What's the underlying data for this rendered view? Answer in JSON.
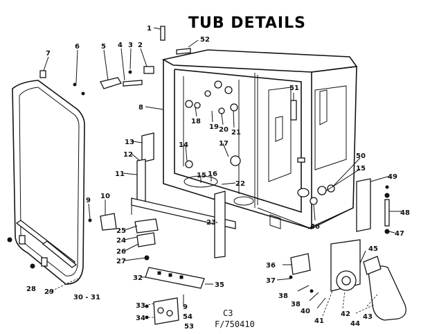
{
  "title": "TUB DETAILS",
  "footer": {
    "code1": "C3",
    "code2": "F/750410"
  },
  "callouts": {
    "n1": "1",
    "n2": "2",
    "n3": "3",
    "n4": "4",
    "n5": "5",
    "n6": "6",
    "n7": "7",
    "n8": "8",
    "n9a": "9",
    "n9b": "9",
    "n10": "10",
    "n11": "11",
    "n12": "12",
    "n13": "13",
    "n14": "14",
    "n15a": "15",
    "n15b": "15",
    "n16": "16",
    "n17": "17",
    "n18": "18",
    "n19": "19",
    "n20": "20",
    "n21": "21",
    "n22": "22",
    "n23": "23",
    "n24": "24",
    "n25": "25",
    "n26": "26",
    "n27": "27",
    "n28": "28",
    "n29": "29",
    "n3031": "30 - 31",
    "n32": "32",
    "n33": "33",
    "n34": "34",
    "n35": "35",
    "n36": "36",
    "n37": "37",
    "n38a": "38",
    "n38b": "38",
    "n40": "40",
    "n41": "41",
    "n42": "42",
    "n43": "43",
    "n44": "44",
    "n45": "45",
    "n46": "46",
    "n47": "47",
    "n48": "48",
    "n49": "49",
    "n50": "50",
    "n51": "51",
    "n52": "52",
    "n53": "53",
    "n54": "54"
  }
}
